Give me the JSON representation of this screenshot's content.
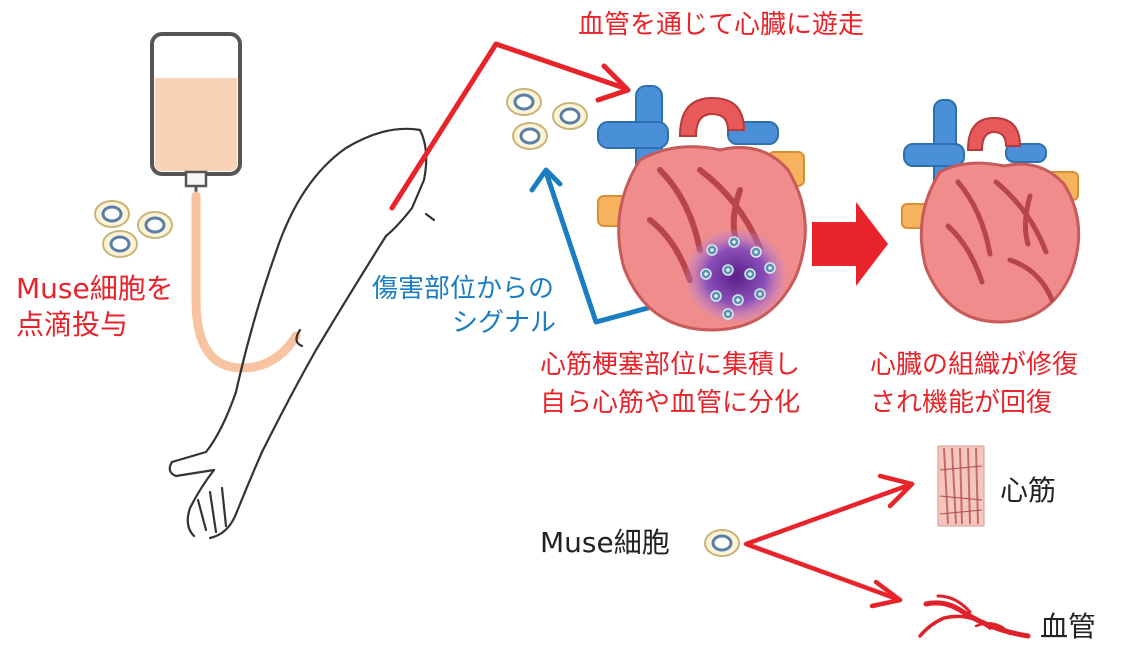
{
  "labels": {
    "migration": "血管を通じて心臓に遊走",
    "infusion_line1": "Muse細胞を",
    "infusion_line2": "点滴投与",
    "signal_line1": "傷害部位からの",
    "signal_line2": "シグナル",
    "accumulate_line1": "心筋梗塞部位に集積し",
    "accumulate_line2": "自ら心筋や血管に分化",
    "repair_line1": "心臓の組織が修復",
    "repair_line2": "され機能が回復",
    "muse_cell": "Muse細胞",
    "cardiac_muscle": "心筋",
    "blood_vessel": "血管"
  },
  "colors": {
    "arrow_red": "#e8232a",
    "arrow_blue": "#1a7cc1",
    "heart": "#f08c8c",
    "vein": "#4a90d9",
    "cell_fill": "#fdf4d8",
    "cell_nucleus": "#6b8fb5"
  }
}
